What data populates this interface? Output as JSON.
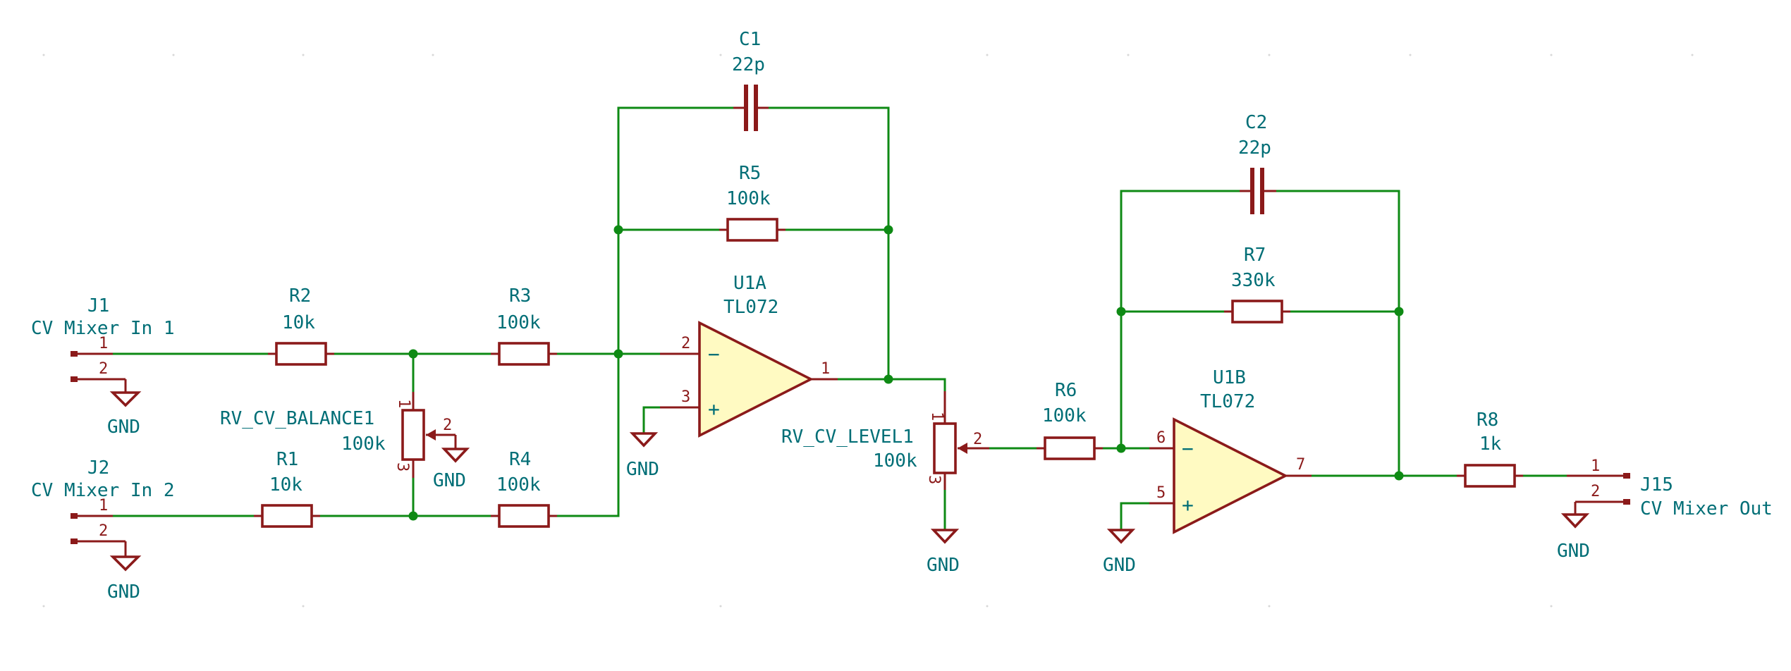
{
  "schematic": {
    "connectors": [
      {
        "ref": "J1",
        "value": "CV Mixer In 1",
        "pins": [
          "1",
          "2"
        ]
      },
      {
        "ref": "J2",
        "value": "CV Mixer In 2",
        "pins": [
          "1",
          "2"
        ]
      },
      {
        "ref": "J15",
        "value": "CV Mixer Out",
        "pins": [
          "1",
          "2"
        ]
      }
    ],
    "resistors": [
      {
        "ref": "R1",
        "value": "10k"
      },
      {
        "ref": "R2",
        "value": "10k"
      },
      {
        "ref": "R3",
        "value": "100k"
      },
      {
        "ref": "R4",
        "value": "100k"
      },
      {
        "ref": "R5",
        "value": "100k"
      },
      {
        "ref": "R6",
        "value": "100k"
      },
      {
        "ref": "R7",
        "value": "330k"
      },
      {
        "ref": "R8",
        "value": "1k"
      }
    ],
    "capacitors": [
      {
        "ref": "C1",
        "value": "22p"
      },
      {
        "ref": "C2",
        "value": "22p"
      }
    ],
    "potentiometers": [
      {
        "ref": "RV_CV_BALANCE1",
        "value": "100k",
        "pins": [
          "1",
          "2",
          "3"
        ]
      },
      {
        "ref": "RV_CV_LEVEL1",
        "value": "100k",
        "pins": [
          "1",
          "2",
          "3"
        ]
      }
    ],
    "opamps": [
      {
        "ref": "U1A",
        "value": "TL072",
        "pin_inv": "2",
        "pin_noninv": "3",
        "pin_out": "1",
        "sign_minus": "−",
        "sign_plus": "+"
      },
      {
        "ref": "U1B",
        "value": "TL072",
        "pin_inv": "6",
        "pin_noninv": "5",
        "pin_out": "7",
        "sign_minus": "−",
        "sign_plus": "+"
      }
    ],
    "ground_label": "GND"
  },
  "colors": {
    "wire": "#0e8a14",
    "component": "#8b1a1a",
    "opamp_fill": "#fffac2",
    "label": "#006e76"
  }
}
